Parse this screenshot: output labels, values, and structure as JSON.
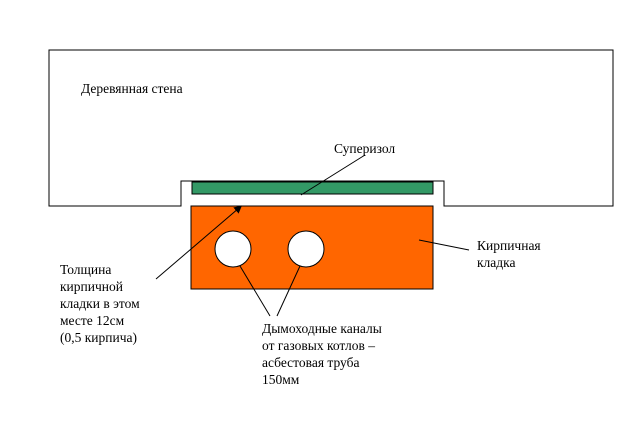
{
  "labels": {
    "wall": "Деревянная стена",
    "insulation": "Суперизол",
    "masonry": [
      "Кирпичная",
      "кладка"
    ],
    "thickness": [
      "Толщина",
      "кирпичной",
      "кладки в этом",
      "месте 12см",
      "(0,5 кирпича)"
    ],
    "flues": [
      "Дымоходные каналы",
      "от газовых котлов –",
      "асбестовая труба",
      "150мм"
    ]
  },
  "colors": {
    "masonry_fill": "#ff6600",
    "insulation_fill": "#339966",
    "flue_fill": "#ffffff",
    "line": "#000000",
    "background": "#ffffff"
  }
}
